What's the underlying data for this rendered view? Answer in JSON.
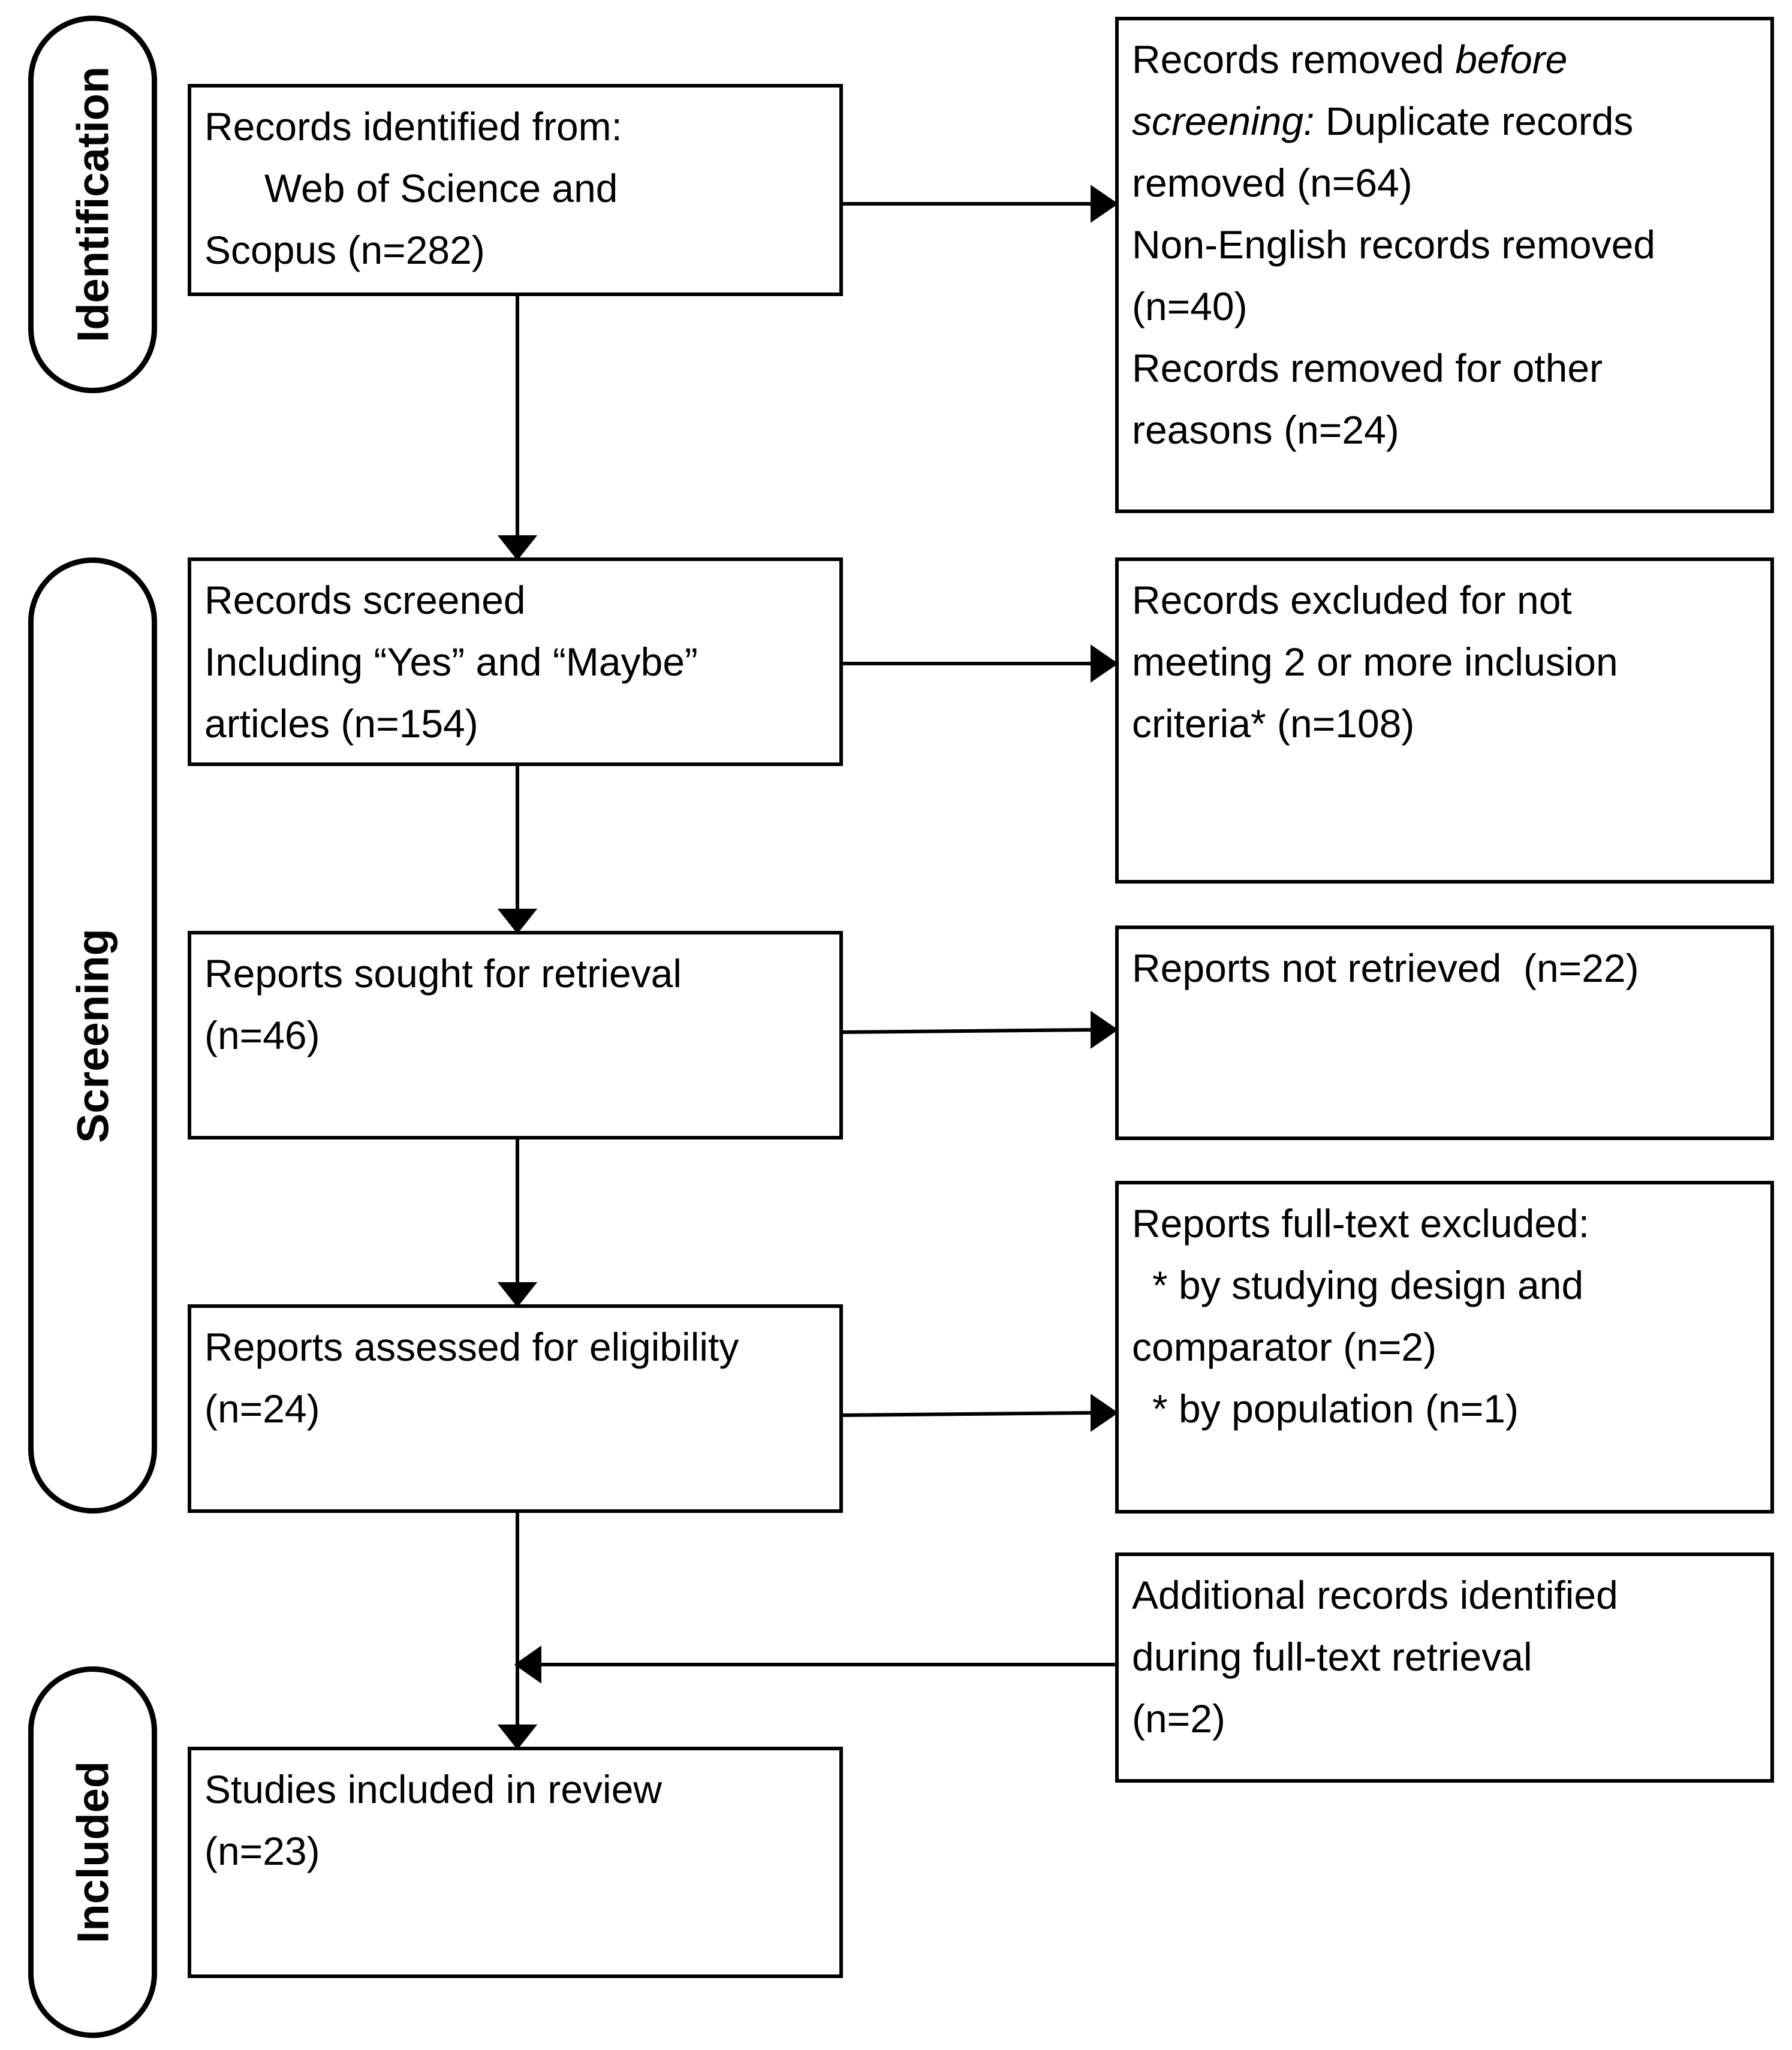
{
  "colors": {
    "stroke": "#000000",
    "background": "#ffffff"
  },
  "stages": {
    "identification": "Identification",
    "screening": "Screening",
    "included": "Included"
  },
  "boxes": {
    "identified": [
      "Records identified from:",
      "Web of Science and",
      "Scopus (n=282)"
    ],
    "removed_before": {
      "line1": "Records removed ",
      "line1_italic": "before",
      "line2_italic": "screening:",
      "line2": " Duplicate records",
      "rest": [
        "removed (n=64)",
        "Non-English records removed",
        "(n=40)",
        "Records removed for other",
        "reasons (n=24)"
      ]
    },
    "screened": [
      "Records screened",
      "Including “Yes” and “Maybe”",
      "articles (n=154)"
    ],
    "excluded_criteria": [
      "Records excluded for not",
      "meeting 2 or more inclusion",
      "criteria* (n=108)"
    ],
    "sought": [
      "Reports sought for retrieval",
      "(n=46)"
    ],
    "not_retrieved": [
      "Reports not retrieved  (n=22)"
    ],
    "assessed": [
      "Reports assessed for eligibility",
      "(n=24)"
    ],
    "fulltext_excluded": [
      "Reports full-text excluded:",
      "* by studying design and",
      "comparator (n=2)",
      "* by population (n=1)"
    ],
    "additional": [
      "Additional records identified",
      "during full-text retrieval",
      "(n=2)"
    ],
    "included": [
      "Studies included in review",
      "(n=23)"
    ]
  }
}
